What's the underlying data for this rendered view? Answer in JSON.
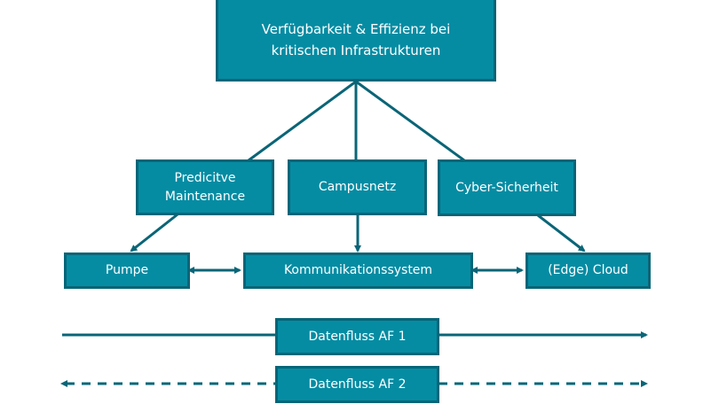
{
  "diagram": {
    "title": "Verfügbarkeit & Effizienz bei kritischen Infrastrukturen",
    "colors": {
      "box_fill": "#058ca3",
      "box_border": "#0a6577",
      "connector": "#0a6577",
      "text": "#ffffff"
    },
    "nodes": {
      "top": {
        "line1": "Verfügbarkeit & Effizienz bei",
        "line2": "kritischen Infrastrukturen"
      },
      "predictive": {
        "line1": "Predicitve",
        "line2": "Maintenance"
      },
      "campus": {
        "label": "Campusnetz"
      },
      "cyber": {
        "label": "Cyber-Sicherheit"
      },
      "pumpe": {
        "label": "Pumpe"
      },
      "komm": {
        "label": "Kommunikationssystem"
      },
      "cloud": {
        "label": "(Edge) Cloud"
      }
    },
    "edges": [
      {
        "from": "top",
        "to": "predictive",
        "type": "line"
      },
      {
        "from": "top",
        "to": "campus",
        "type": "line"
      },
      {
        "from": "top",
        "to": "cyber",
        "type": "line"
      },
      {
        "from": "predictive",
        "to": "pumpe",
        "type": "arrow"
      },
      {
        "from": "campus",
        "to": "komm",
        "type": "arrow"
      },
      {
        "from": "cyber",
        "to": "cloud",
        "type": "arrow"
      },
      {
        "from": "pumpe",
        "to": "komm",
        "type": "bidirectional"
      },
      {
        "from": "komm",
        "to": "cloud",
        "type": "bidirectional"
      }
    ],
    "legend": [
      {
        "label": "Datenfluss AF 1",
        "style": "solid",
        "direction": "right"
      },
      {
        "label": "Datenfluss AF 2",
        "style": "dashed",
        "direction": "both"
      }
    ]
  }
}
